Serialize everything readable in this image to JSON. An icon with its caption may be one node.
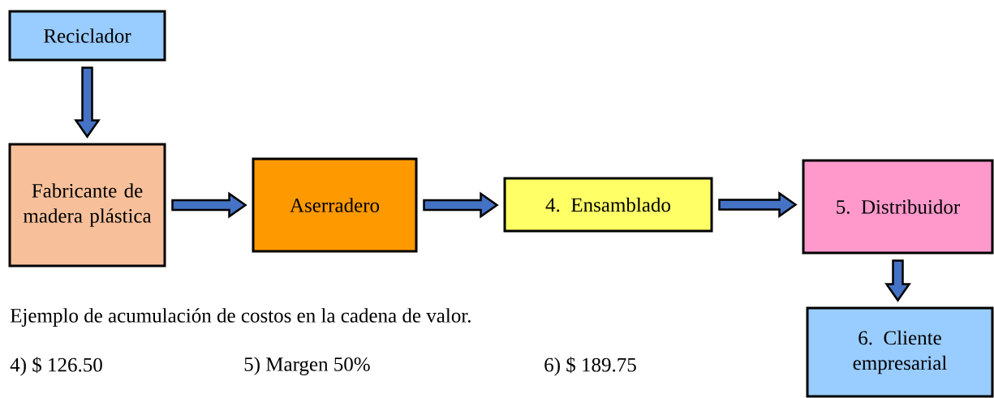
{
  "diagram": {
    "nodes": [
      {
        "text": [
          "Reciclador"
        ]
      },
      {
        "text": [
          "Fabricante de madera plástica"
        ]
      },
      {
        "text": [
          "Aserradero"
        ]
      },
      {
        "text": [
          "4. Ensamblado"
        ]
      },
      {
        "text": [
          "5. Distribuidor"
        ]
      },
      {
        "text": [
          "6. Cliente empresarial"
        ]
      }
    ],
    "edges": [
      {
        "from": 0,
        "to": 1,
        "arrow": "to"
      },
      {
        "from": 1,
        "to": 2,
        "arrow": "to"
      },
      {
        "from": 2,
        "to": 3,
        "arrow": "to"
      },
      {
        "from": 3,
        "to": 4,
        "arrow": "to"
      },
      {
        "from": 4,
        "to": 5,
        "arrow": "to"
      }
    ],
    "labels": [
      "Ejemplo de acumulación de costos en la cadena de valor.",
      "4) $ 126.50",
      "5)  Margen 50%",
      "6) $ 189.75"
    ]
  }
}
